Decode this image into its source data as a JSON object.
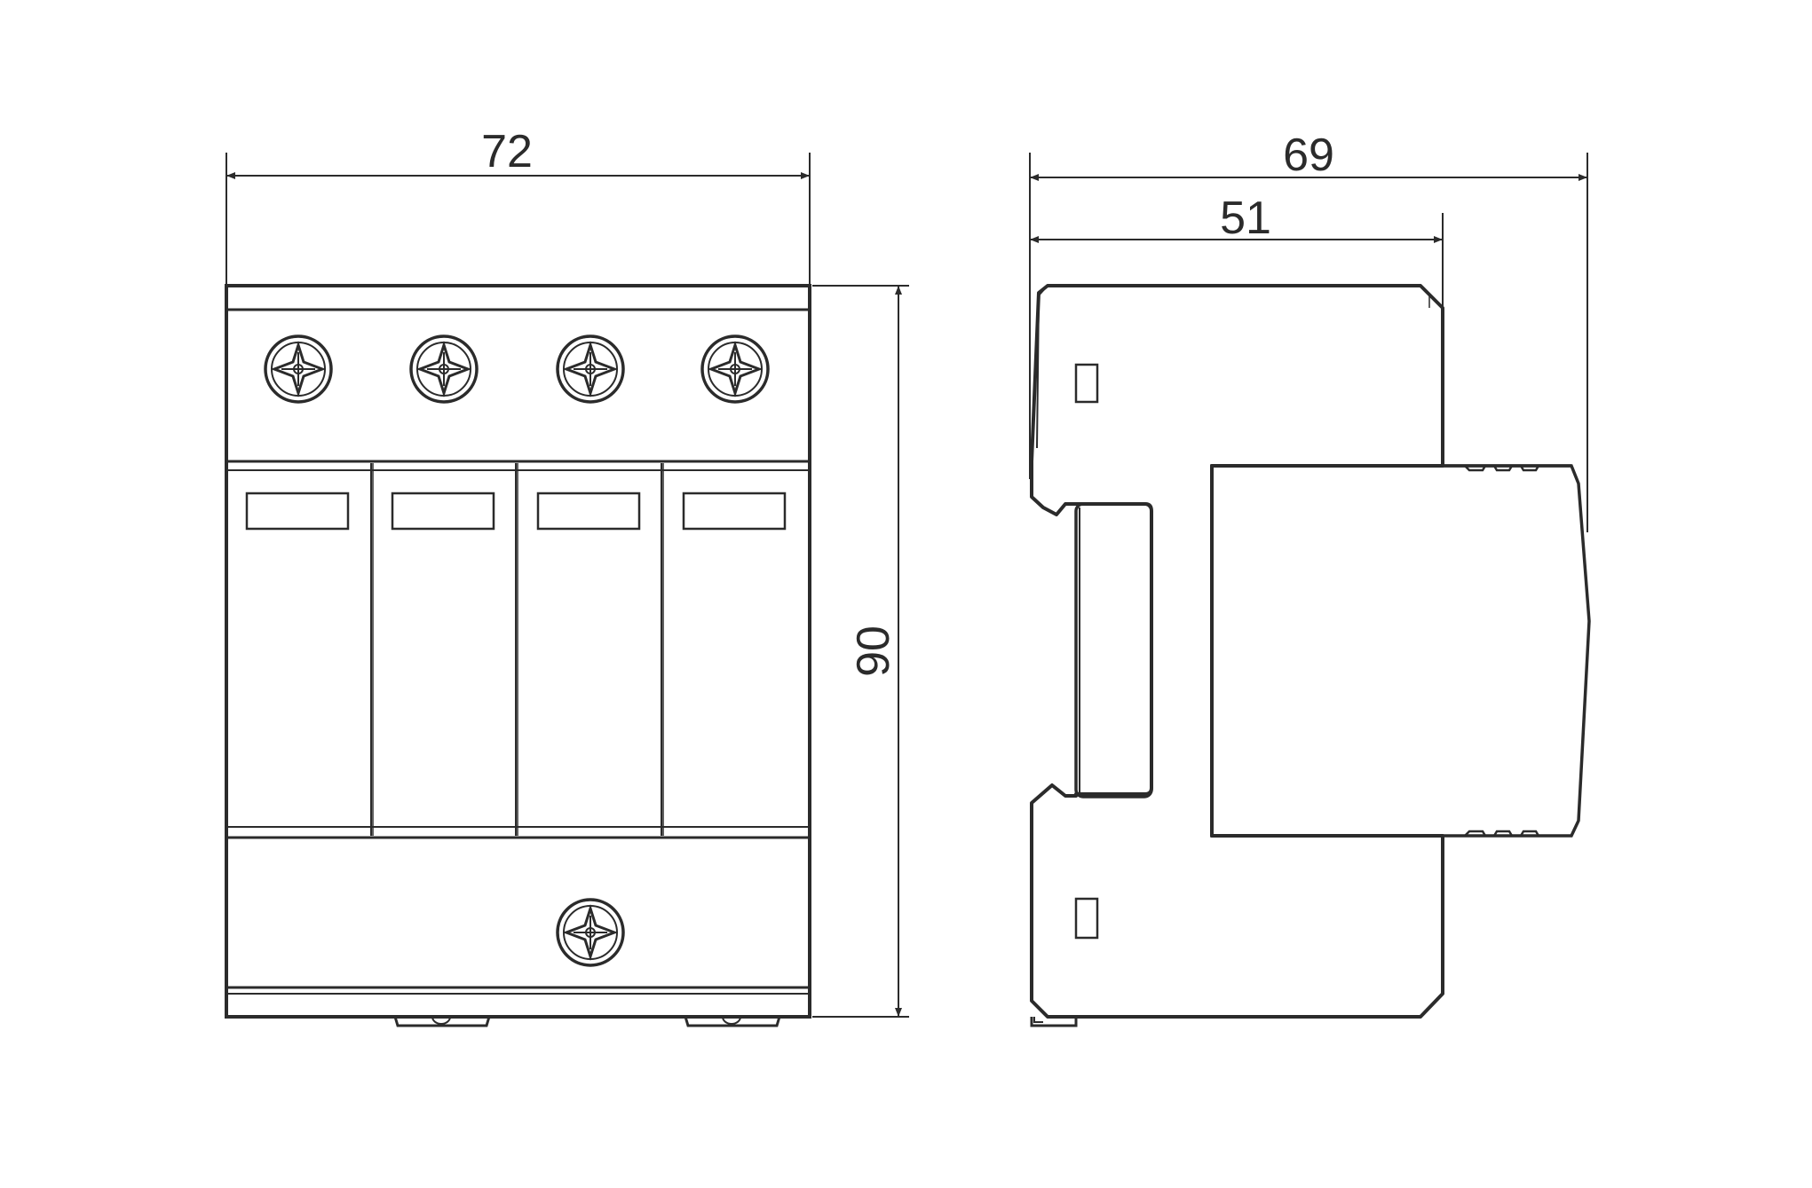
{
  "dimensions": {
    "front_width": "72",
    "height": "90",
    "side_depth_total": "69",
    "side_depth_to_rail": "51"
  },
  "front_view": {
    "top_terminal_count": 4,
    "module_count": 4,
    "bottom_terminal_count": 1
  },
  "colors": {
    "line": "#2b2b2b",
    "background": "#ffffff"
  }
}
